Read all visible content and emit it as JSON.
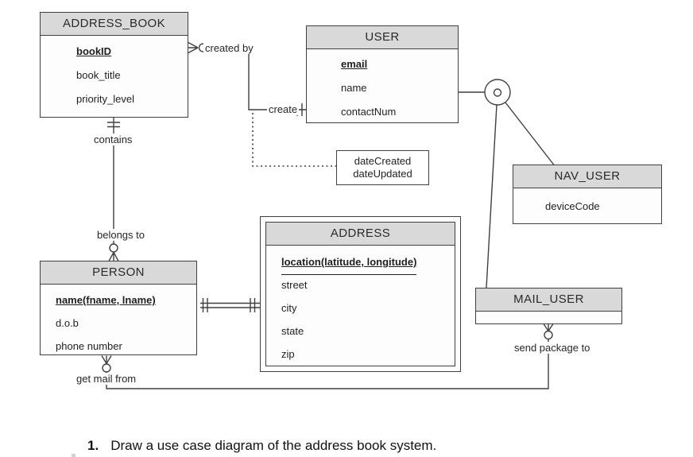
{
  "page": {
    "caption": {
      "number": "1.",
      "text": "Draw a use case diagram of the address book system."
    }
  },
  "colors": {
    "entity_header_bg": "#d9d9d9",
    "entity_border": "#3f3f3f",
    "connector_line": "#3f3f3f",
    "background": "#ffffff",
    "text": "#1f1f1f"
  },
  "entities": {
    "address_book": {
      "title": "ADDRESS_BOOK",
      "attributes": [
        {
          "label": "bookID",
          "key": true
        },
        {
          "label": "book_title",
          "key": false
        },
        {
          "label": "priority_level",
          "key": false
        }
      ]
    },
    "user": {
      "title": "USER",
      "attributes": [
        {
          "label": "email",
          "key": true
        },
        {
          "label": "name",
          "key": false
        },
        {
          "label": "contactNum",
          "key": false
        }
      ]
    },
    "nav_user": {
      "title": "NAV_USER",
      "attributes": [
        {
          "label": "deviceCode",
          "key": false
        }
      ]
    },
    "mail_user": {
      "title": "MAIL_USER",
      "attributes": []
    },
    "person": {
      "title": "PERSON",
      "attributes": [
        {
          "label": "name(fname, lname)",
          "key": true
        },
        {
          "label": "d.o.b",
          "key": false
        },
        {
          "label": "phone number",
          "key": false
        }
      ]
    },
    "address": {
      "title": "ADDRESS",
      "weak_entity": true,
      "attributes": [
        {
          "label": "location(latitude, longitude)",
          "key": true
        },
        {
          "label": "street",
          "key": false
        },
        {
          "label": "city",
          "key": false
        },
        {
          "label": "state",
          "key": false
        },
        {
          "label": "zip",
          "key": false
        }
      ]
    }
  },
  "note_box": {
    "line1": "dateCreated",
    "line2": "dateUpdated"
  },
  "relationships": {
    "created_by": "created by",
    "create": "create",
    "contains": "contains",
    "belongs_to": "belongs to",
    "get_mail_from": "get mail from",
    "send_package_to": "send package to"
  }
}
